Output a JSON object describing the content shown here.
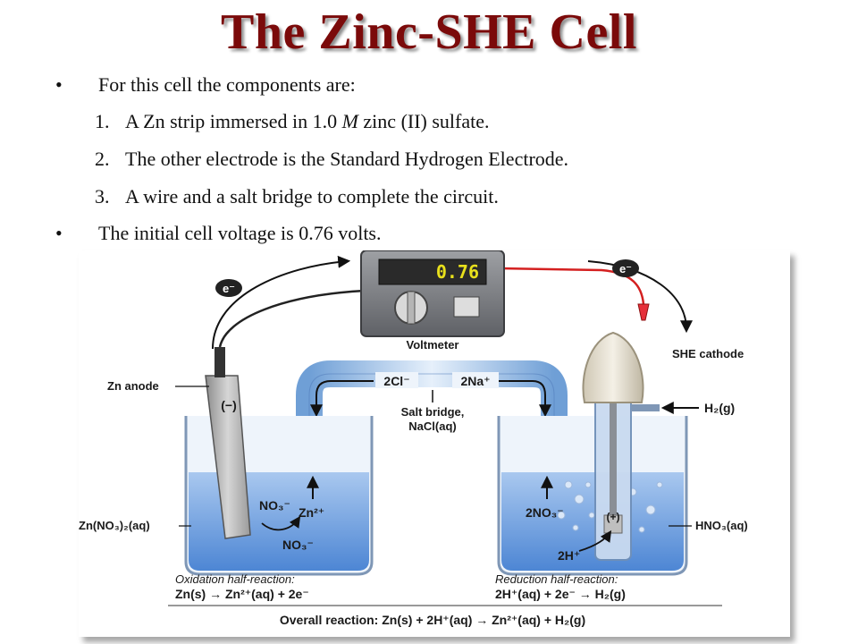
{
  "title": "The Zinc-SHE Cell",
  "bullets": [
    {
      "marker": "•",
      "text": "For this cell the components are:"
    },
    {
      "marker": "•",
      "text": "The initial cell voltage is 0.76 volts."
    }
  ],
  "items": [
    {
      "num": "1.",
      "pre": "A Zn strip immersed in 1.0 ",
      "em": "M",
      "post": " zinc (II) sulfate."
    },
    {
      "num": "2.",
      "text": "The other electrode is the Standard Hydrogen Electrode."
    },
    {
      "num": "3.",
      "text": "A wire and a salt bridge to complete the circuit."
    }
  ],
  "figure": {
    "voltmeter_reading": "0.76",
    "voltmeter_label": "Voltmeter",
    "electron_left": "e⁻",
    "electron_right": "e⁻",
    "zn_anode": "Zn anode",
    "anode_sign": "(−)",
    "she_cathode": "SHE cathode",
    "h2_gas": "H₂(g)",
    "salt_cl": "2Cl⁻",
    "salt_na": "2Na⁺",
    "salt_bridge_1": "Salt bridge,",
    "salt_bridge_2": "NaCl(aq)",
    "left_no3_top": "NO₃⁻",
    "left_zn2": "Zn²⁺",
    "left_no3_bottom": "NO₃⁻",
    "left_solution": "Zn(NO₃)₂(aq)",
    "right_no3": "2NO₃⁻",
    "cathode_sign": "(+)",
    "right_h": "2H⁺",
    "right_solution": "HNO₃(aq)",
    "ox_title": "Oxidation half-reaction:",
    "ox_eq": "Zn(s) → Zn²⁺(aq) + 2e⁻",
    "red_title": "Reduction half-reaction:",
    "red_eq": "2H⁺(aq) + 2e⁻ → H₂(g)",
    "overall": "Overall reaction:  Zn(s) + 2H⁺(aq) → Zn²⁺(aq) + H₂(g)"
  }
}
